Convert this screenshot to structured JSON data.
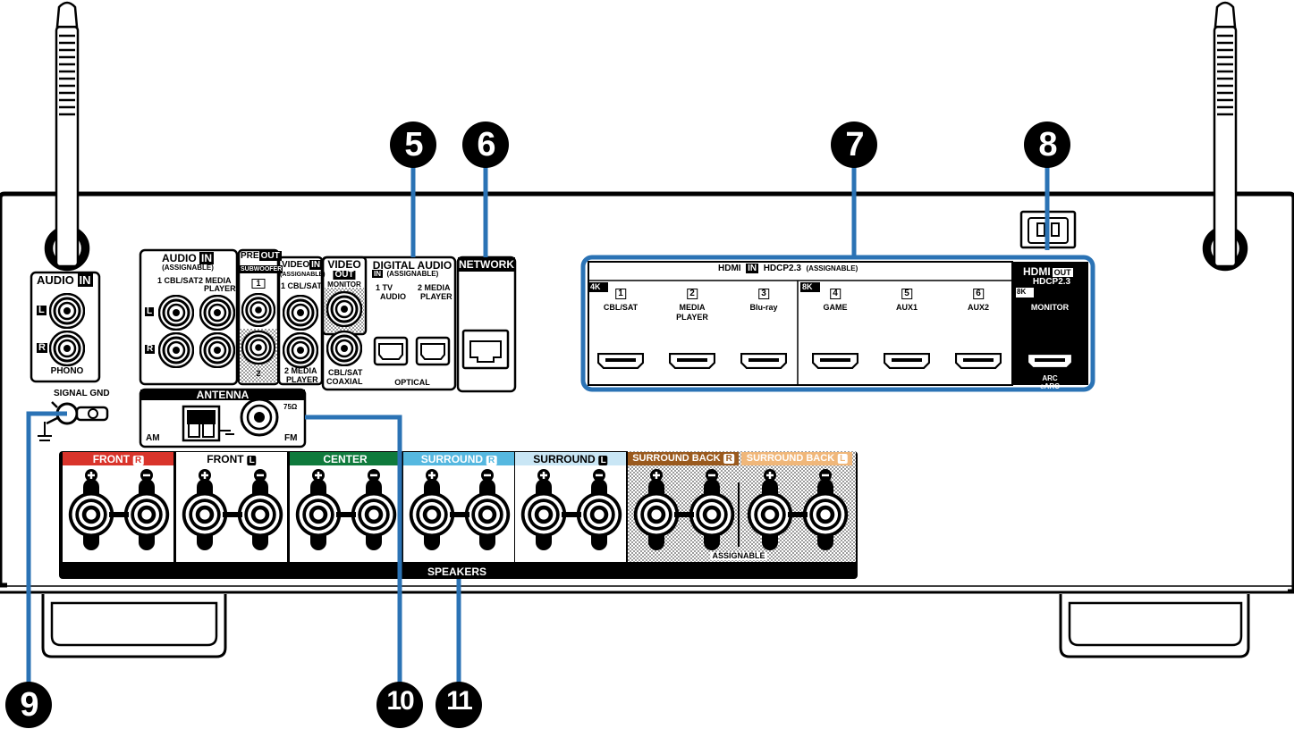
{
  "callouts": [
    "5",
    "6",
    "7",
    "8",
    "9",
    "10",
    "11"
  ],
  "audio_in_phono": {
    "title": "AUDIO",
    "tag": "IN",
    "l": "L",
    "r": "R",
    "label": "PHONO"
  },
  "signal_gnd": "SIGNAL GND",
  "audio_in": {
    "title": "AUDIO",
    "tag": "IN",
    "sub": "(ASSIGNABLE)",
    "ch1": "1 CBL/SAT",
    "ch2": "2  MEDIA",
    "ch2b": "PLAYER",
    "l": "L",
    "r": "R"
  },
  "pre_out": {
    "pre": "PRE",
    "out": "OUT",
    "sub": "SUBWOOFER",
    "n1": "1",
    "n2": "2"
  },
  "video_in": {
    "title": "VIDEO",
    "tag": "IN",
    "sub": "(ASSIGNABLE)",
    "ch1": "1 CBL/SAT",
    "ch2": "2 MEDIA",
    "ch2b": "PLAYER"
  },
  "video_out": {
    "title": "VIDEO",
    "tag": "OUT",
    "sub": "MONITOR"
  },
  "coaxial": {
    "l1": "CBL/SAT",
    "l2": "COAXIAL"
  },
  "digital_audio": {
    "title": "DIGITAL AUDIO",
    "tag": "IN",
    "sub": "(ASSIGNABLE)",
    "c1a": "1   TV",
    "c1b": "AUDIO",
    "c2a": "2 MEDIA",
    "c2b": "PLAYER",
    "optical": "OPTICAL"
  },
  "network": "NETWORK",
  "hdmi_in": {
    "title": "HDMI",
    "tag": "IN",
    "hdcp": "HDCP2.3",
    "assign": "(ASSIGNABLE)",
    "k4": "4K",
    "k8": "8K",
    "ports": [
      {
        "n": "1",
        "a": "CBL/SAT",
        "b": ""
      },
      {
        "n": "2",
        "a": "MEDIA",
        "b": "PLAYER"
      },
      {
        "n": "3",
        "a": "Blu-ray",
        "b": ""
      },
      {
        "n": "4",
        "a": "GAME",
        "b": ""
      },
      {
        "n": "5",
        "a": "AUX1",
        "b": ""
      },
      {
        "n": "6",
        "a": "AUX2",
        "b": ""
      }
    ]
  },
  "hdmi_out": {
    "title": "HDMI",
    "tag": "OUT",
    "hdcp": "HDCP2.3",
    "k8": "8K",
    "monitor": "MONITOR",
    "arc": "ARC",
    "earc": "eARC"
  },
  "antenna": {
    "title": "ANTENNA",
    "am": "AM",
    "fm": "FM",
    "ohm": "75Ω"
  },
  "speakers": {
    "label": "SPEAKERS",
    "assignable": "ASSIGNABLE",
    "channels": [
      {
        "name": "FRONT",
        "tag": "R",
        "color": "#d9342b"
      },
      {
        "name": "FRONT",
        "tag": "L",
        "color": "#ffffff"
      },
      {
        "name": "CENTER",
        "tag": "",
        "color": "#0f7a3c"
      },
      {
        "name": "SURROUND",
        "tag": "R",
        "color": "#56b8e0"
      },
      {
        "name": "SURROUND",
        "tag": "L",
        "color": "#c9e6f5"
      },
      {
        "name": "SURROUND BACK",
        "tag": "R",
        "color": "#9a5a1e"
      },
      {
        "name": "SURROUND BACK",
        "tag": "L",
        "color": "#f0b77a"
      }
    ]
  },
  "colors": {
    "callout": "#000000",
    "leader": "#2b73b5",
    "outline": "#000000"
  }
}
